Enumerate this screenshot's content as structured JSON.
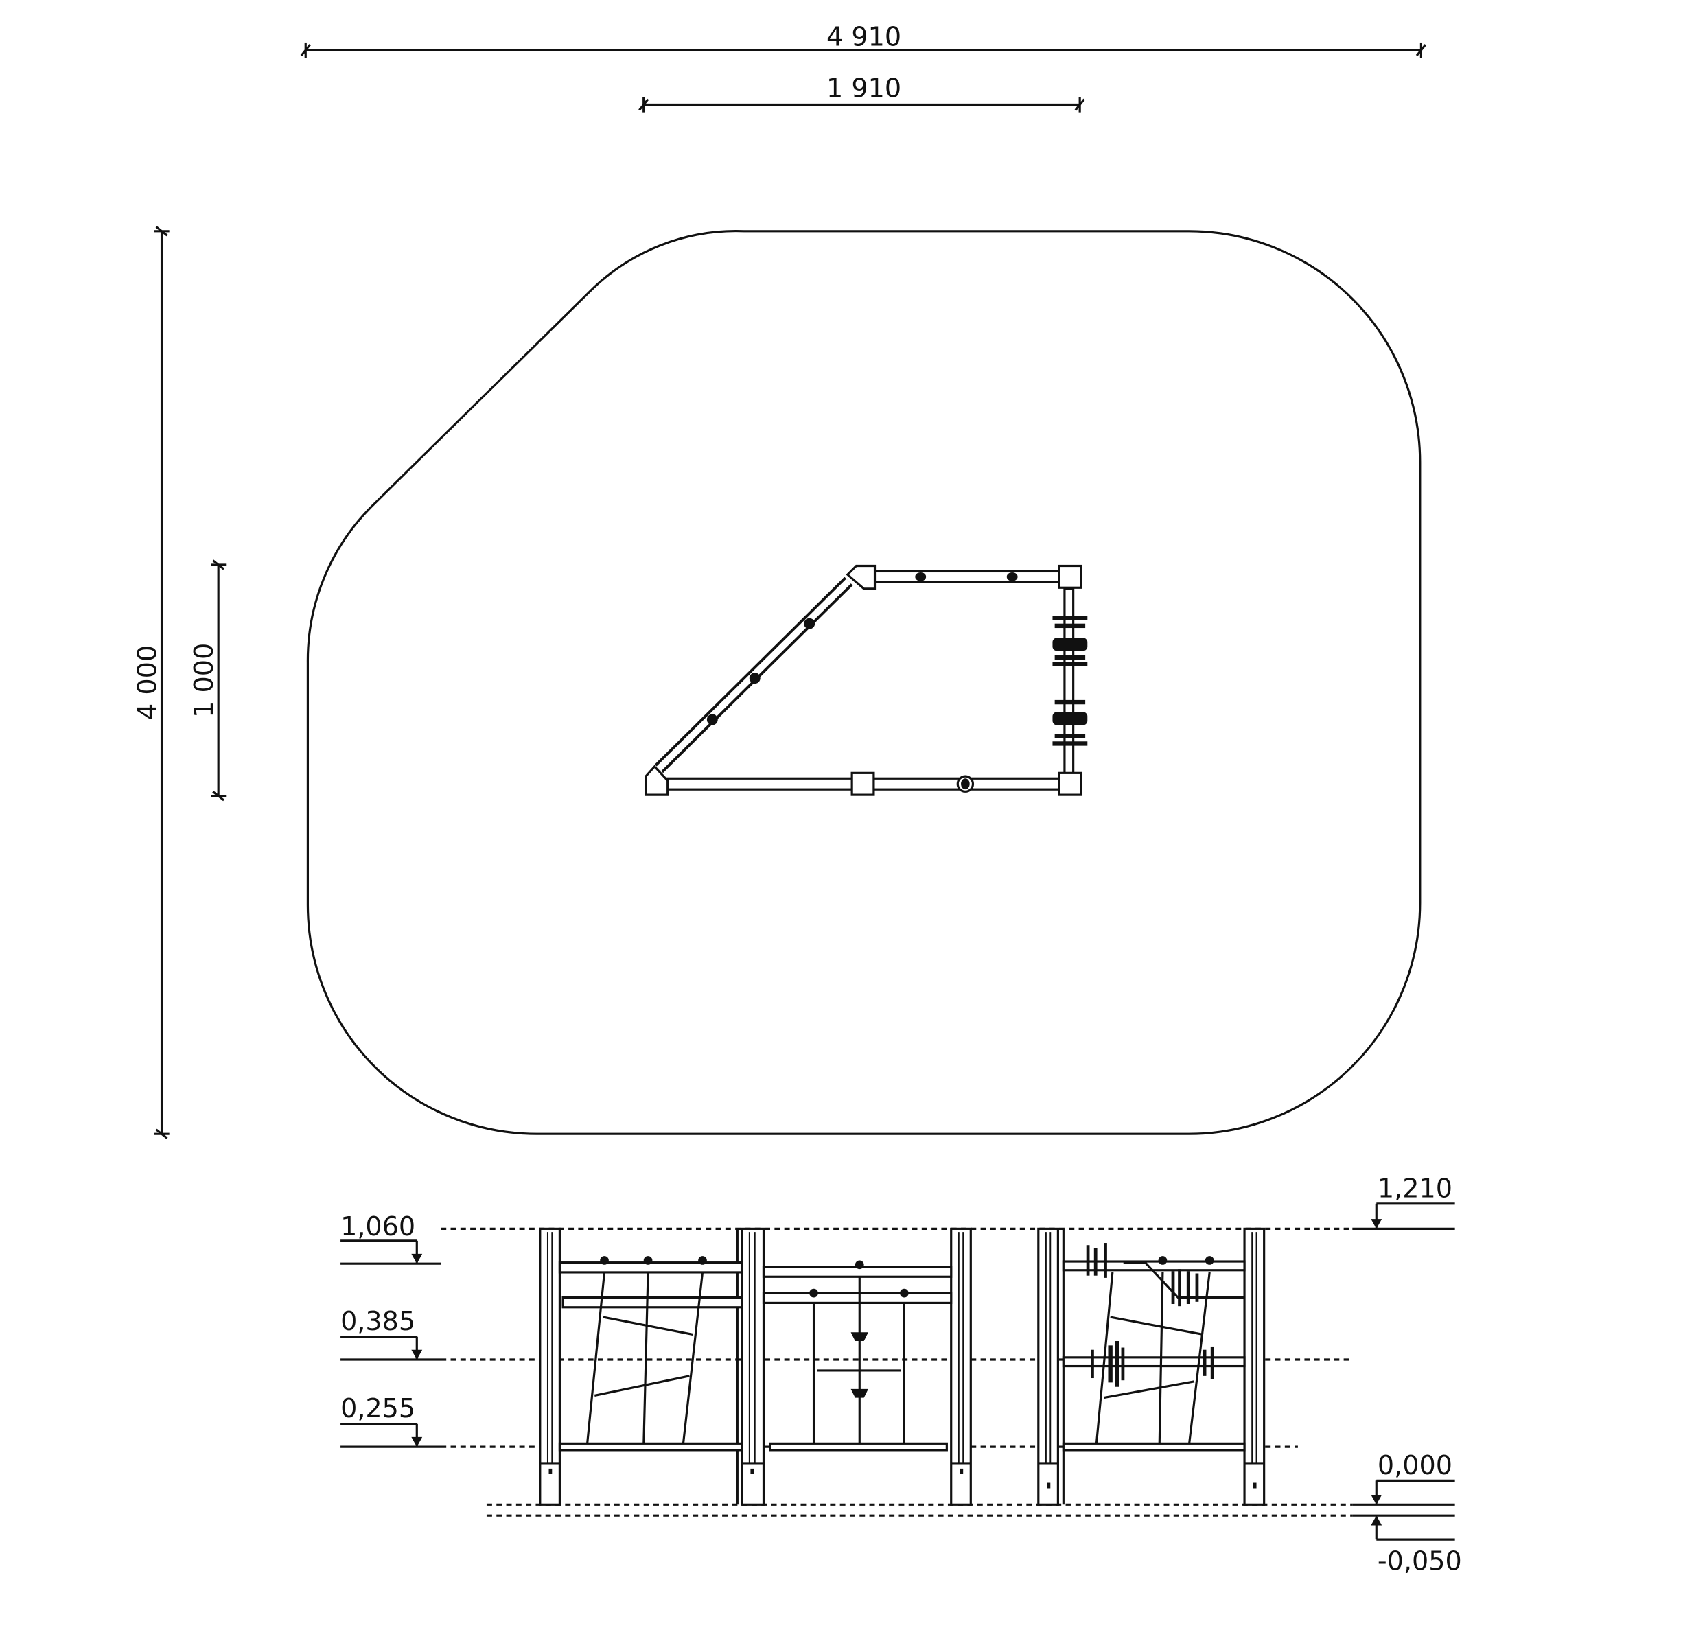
{
  "plan": {
    "dimensions": {
      "overall_width": "4 910",
      "equipment_width": "1 910",
      "overall_depth": "4 000",
      "equipment_depth": "1 000"
    }
  },
  "elevation": {
    "levels_left": [
      "1,060",
      "0,385",
      "0,255"
    ],
    "levels_right": {
      "top": "1,210",
      "ground": "0,000",
      "foundation": "-0,050"
    }
  },
  "colors": {
    "line": "#111111",
    "background": "#ffffff"
  }
}
